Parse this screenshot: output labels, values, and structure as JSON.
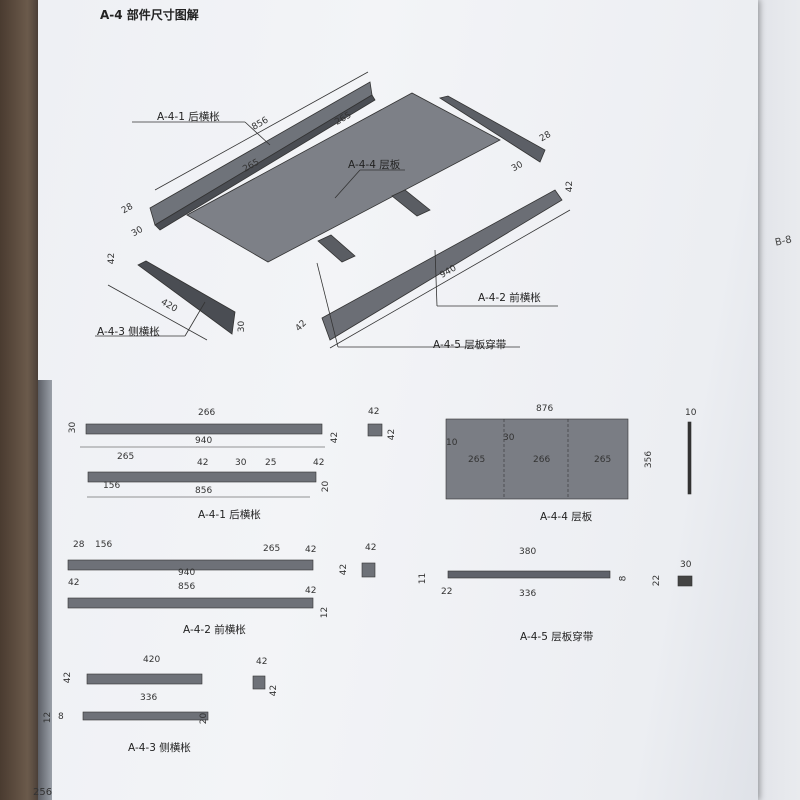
{
  "title": "A-4 部件尺寸图解",
  "page_number": "256",
  "side_tab": "B-8",
  "iso_labels": [
    "A-4-1 后横枨",
    "A-4-4 层板",
    "A-4-3 侧横枨",
    "A-4-2 前横枨",
    "A-4-5 层板穿带"
  ],
  "iso_dims": [
    "856",
    "265",
    "265",
    "28",
    "30",
    "28",
    "30",
    "42",
    "42",
    "420",
    "30",
    "940",
    "42"
  ],
  "view_titles": [
    "A-4-1 后横枨",
    "A-4-4 层板",
    "A-4-2 前横枨",
    "A-4-5 层板穿带",
    "A-4-3 侧横枨"
  ],
  "a41_dims": [
    "266",
    "30",
    "940",
    "42",
    "42",
    "42",
    "265",
    "42",
    "30",
    "25",
    "42",
    "156",
    "856",
    "20"
  ],
  "a44_dims": [
    "876",
    "10",
    "30",
    "265",
    "266",
    "265",
    "356",
    "10"
  ],
  "a42_dims": [
    "28",
    "156",
    "265",
    "42",
    "940",
    "42",
    "856",
    "42",
    "12",
    "42",
    "42"
  ],
  "a45_dims": [
    "380",
    "11",
    "8",
    "22",
    "336",
    "30",
    "22"
  ],
  "a43_dims": [
    "420",
    "42",
    "42",
    "42",
    "336",
    "8",
    "12",
    "20"
  ]
}
